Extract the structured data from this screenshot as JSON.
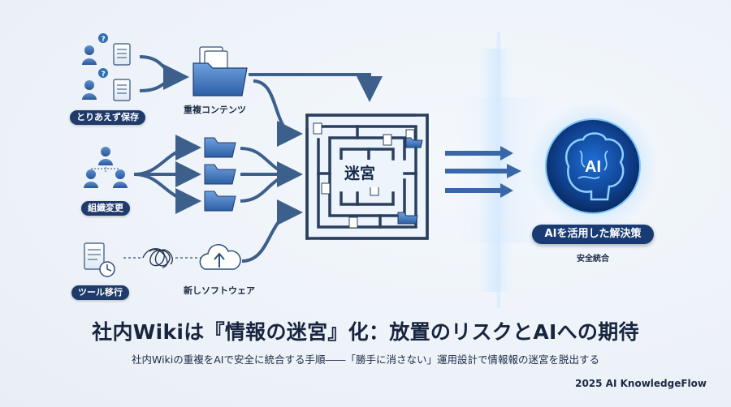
{
  "labels": {
    "dump_save": "とりあえず保存",
    "duplicate_content": "重複コンテンツ",
    "org_change": "組織変更",
    "tool_migration": "ツール移行",
    "new_software": "新しソフトウェア",
    "maze": "迷宮",
    "ai_badge": "AI",
    "solution": "AIを活用した解決策",
    "solution_sub": "安全統合"
  },
  "title": "社内Wikiは『情報の迷宮』化：放置のリスクとAIへの期待",
  "subtitle": "社内Wikiの重複をAIで安全に統合する手順――「勝手に消さない」運用設計で情報報の迷宮を脱出する",
  "credit": "2025 AI KnowledgeFlow",
  "colors": {
    "navy": "#1f3b6b",
    "blue": "#2f6fb8",
    "arrow": "#3c5f8c",
    "glow": "#6fb6ff"
  },
  "icons": [
    "user-question-icon",
    "document-icon",
    "folder-icon",
    "org-chart-icon",
    "clock-document-icon",
    "tangle-icon",
    "cloud-upload-icon",
    "brain-icon"
  ]
}
